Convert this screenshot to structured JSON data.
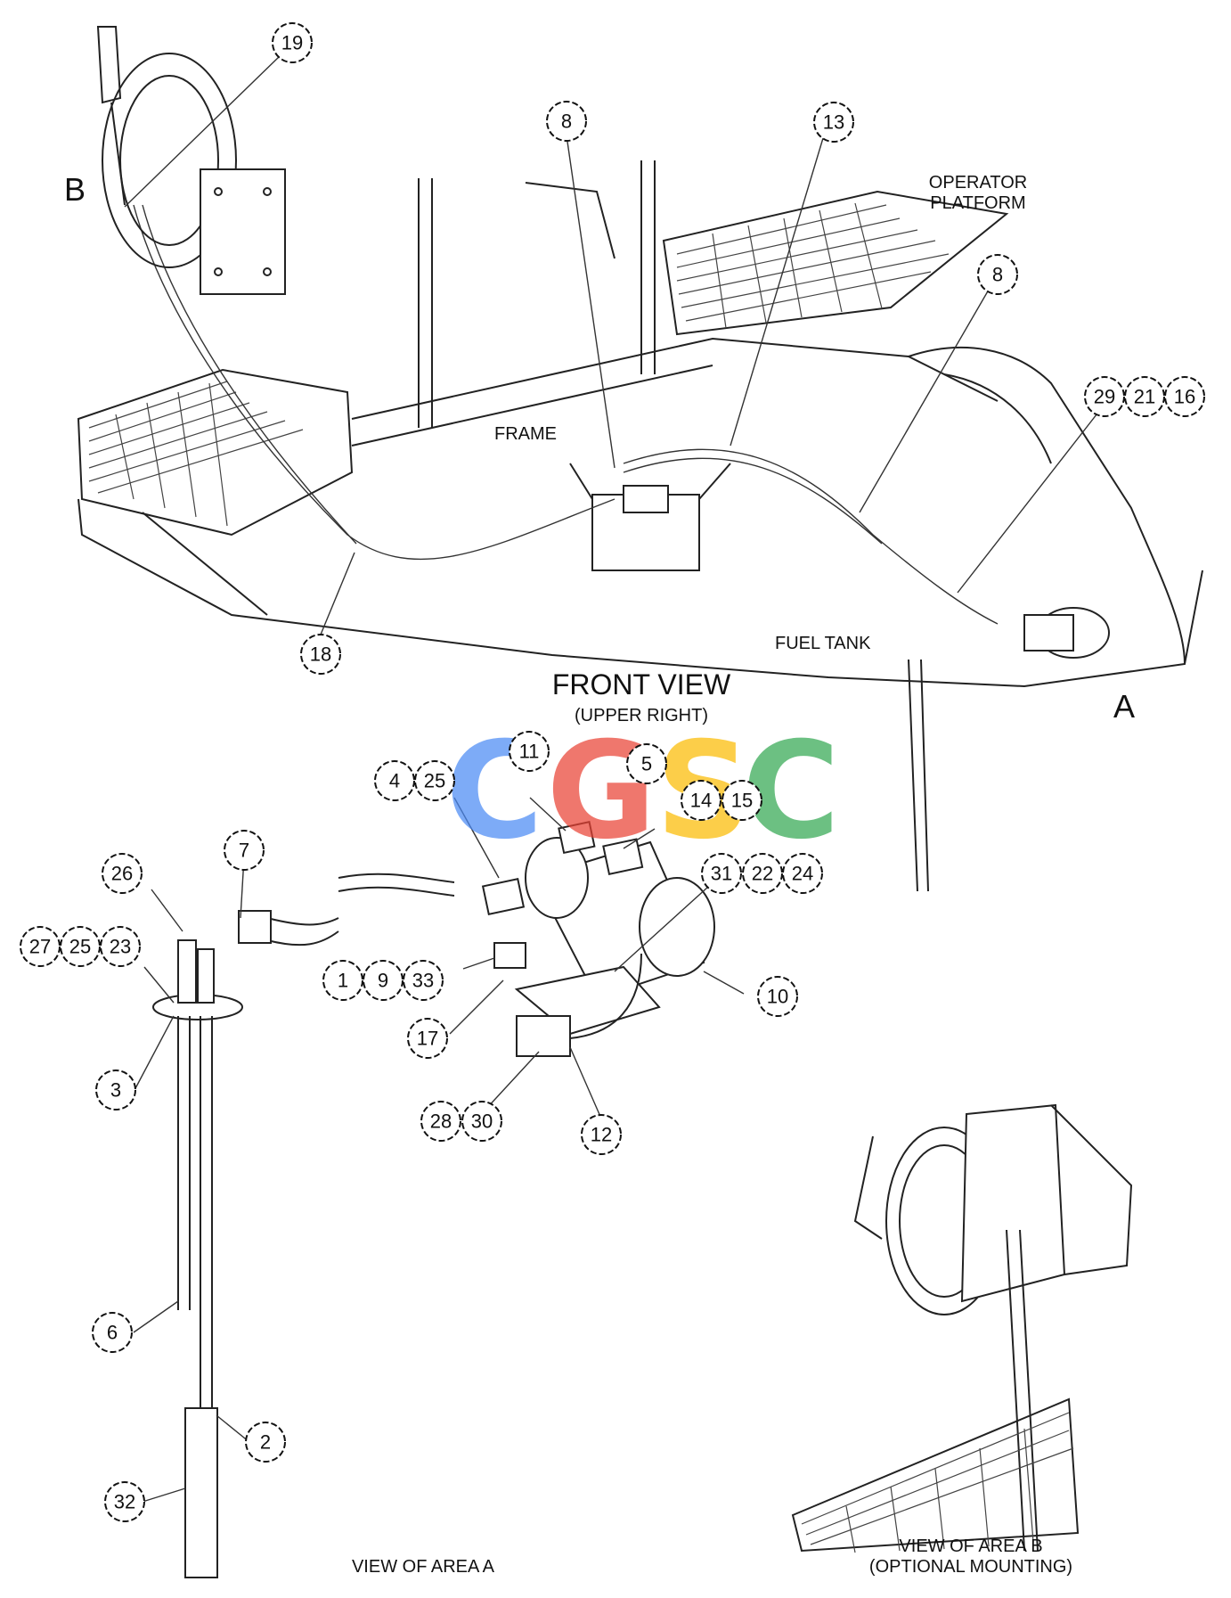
{
  "labels": {
    "area_b": "B",
    "area_a": "A",
    "operator_platform_1": "OPERATOR",
    "operator_platform_2": "PLATFORM",
    "frame": "FRAME",
    "fuel_tank": "FUEL TANK",
    "front_view": "FRONT VIEW",
    "upper_right": "(UPPER RIGHT)",
    "view_area_a": "VIEW OF AREA  A",
    "view_area_b_1": "VIEW OF AREA  B",
    "view_area_b_2": "(OPTIONAL MOUNTING)"
  },
  "watermark": {
    "letters": [
      "C",
      "G",
      "S",
      "C"
    ],
    "colors": [
      "#4c8bf5",
      "#ea4335",
      "#fbbc04",
      "#34a853"
    ]
  },
  "callouts": [
    "19",
    "8",
    "13",
    "8",
    "29",
    "21",
    "16",
    "18",
    "11",
    "4",
    "25",
    "5",
    "14",
    "15",
    "7",
    "26",
    "31",
    "22",
    "24",
    "27",
    "25",
    "23",
    "1",
    "9",
    "33",
    "10",
    "17",
    "3",
    "28",
    "30",
    "12",
    "6",
    "2",
    "32"
  ]
}
